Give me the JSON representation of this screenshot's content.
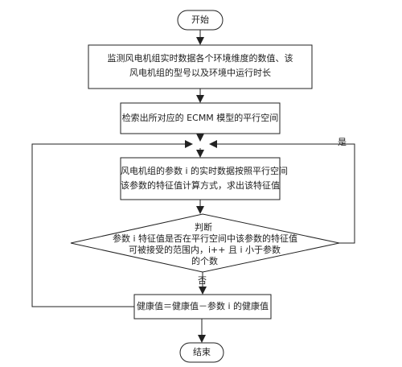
{
  "flowchart": {
    "start": "开始",
    "step1": [
      "监测风电机组实时数据各个环境维度的数值、该",
      "风电机组的型号以及环境中运行时长"
    ],
    "step2": "检索出所对应的 ECMM 模型的平行空间",
    "step3": [
      "风电机组的参数 i 的实时数据按照平行空间",
      "该参数的特征值计算方式，求出该特征值"
    ],
    "decision_title": "判断",
    "decision": [
      "参数 i 特征值是否在平行空间中该参数的特征值",
      "可被接受的范围内，i++ 且 i 小于参数",
      "的个数"
    ],
    "yes_label": "是",
    "no_label": "否",
    "step4": "健康值＝健康值－参数 i 的健康值",
    "end": "结束"
  }
}
